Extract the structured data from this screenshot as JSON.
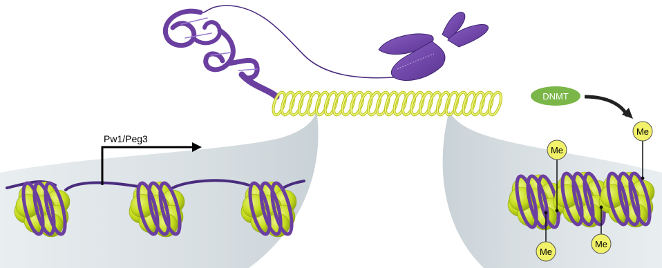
{
  "diagram": {
    "promoter_label": "Pw1/Peg3",
    "enzyme_label": "DNMT",
    "methyl_mark": "Me"
  },
  "colors": {
    "chromatin_purple": "#6b3fa0",
    "dna_purple": "#4a2c7e",
    "histone_green": "#c6dc1e",
    "histone_dark": "#8fa512",
    "coil_yellow": "#e6f06a",
    "methyl_yellow": "#f1f26a",
    "enzyme_green": "#7ab648",
    "shade_gray": "#dde3e6"
  }
}
